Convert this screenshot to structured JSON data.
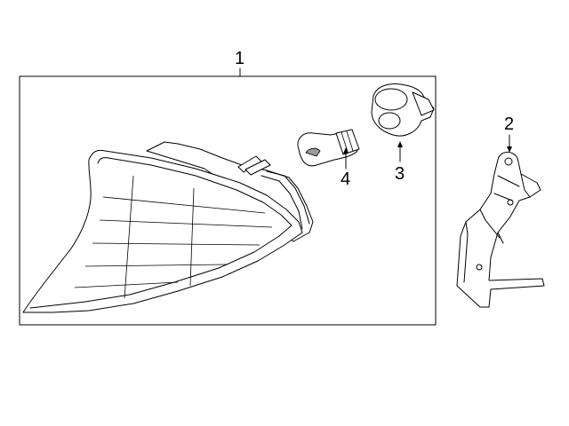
{
  "callouts": {
    "housing": "1",
    "bracket": "2",
    "socket": "3",
    "bulb": "4"
  },
  "colors": {
    "line": "#000000",
    "background": "#ffffff",
    "shade": "#9a9a9a"
  }
}
